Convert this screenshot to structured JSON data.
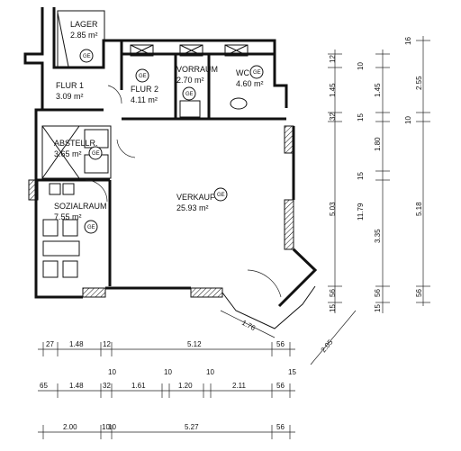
{
  "rooms": {
    "lager": {
      "name": "LAGER",
      "area": "2.85 m²"
    },
    "flur1": {
      "name": "FLUR 1",
      "area": "3.09 m²"
    },
    "flur2": {
      "name": "FLUR 2",
      "area": "4.11 m²"
    },
    "vorraum": {
      "name": "VORRAUM",
      "area": "2.70 m²"
    },
    "wc": {
      "name": "WC",
      "area": "4.60 m²"
    },
    "abstell": {
      "name": "ABSTELLR.",
      "area": "3.65 m²"
    },
    "sozial": {
      "name": "SOZIALRAUM",
      "area": "7.55 m²"
    },
    "verkauf": {
      "name": "VERKAUF",
      "area": "25.93 m²"
    }
  },
  "ge_marker": "GE",
  "dims": {
    "row1": [
      "27",
      "1.48",
      "12",
      "5.12",
      "56"
    ],
    "row2": [
      "65",
      "1.48",
      "32",
      "10",
      "1.61",
      "10",
      "1.20",
      "10",
      "2.11",
      "56",
      "15"
    ],
    "row3": [
      "2.00",
      "10",
      "10",
      "5.27",
      "56"
    ],
    "diag": [
      "1.76",
      "2.05"
    ],
    "col1": [
      "12",
      "1.45",
      "32",
      "5.03",
      "56",
      "15"
    ],
    "col2": [
      "10",
      "1.45",
      "15",
      "1.80",
      "15",
      "11.79",
      "3.35",
      "56",
      "15"
    ],
    "col3": [
      "16",
      "2.55",
      "10",
      "5.18",
      "56"
    ]
  }
}
